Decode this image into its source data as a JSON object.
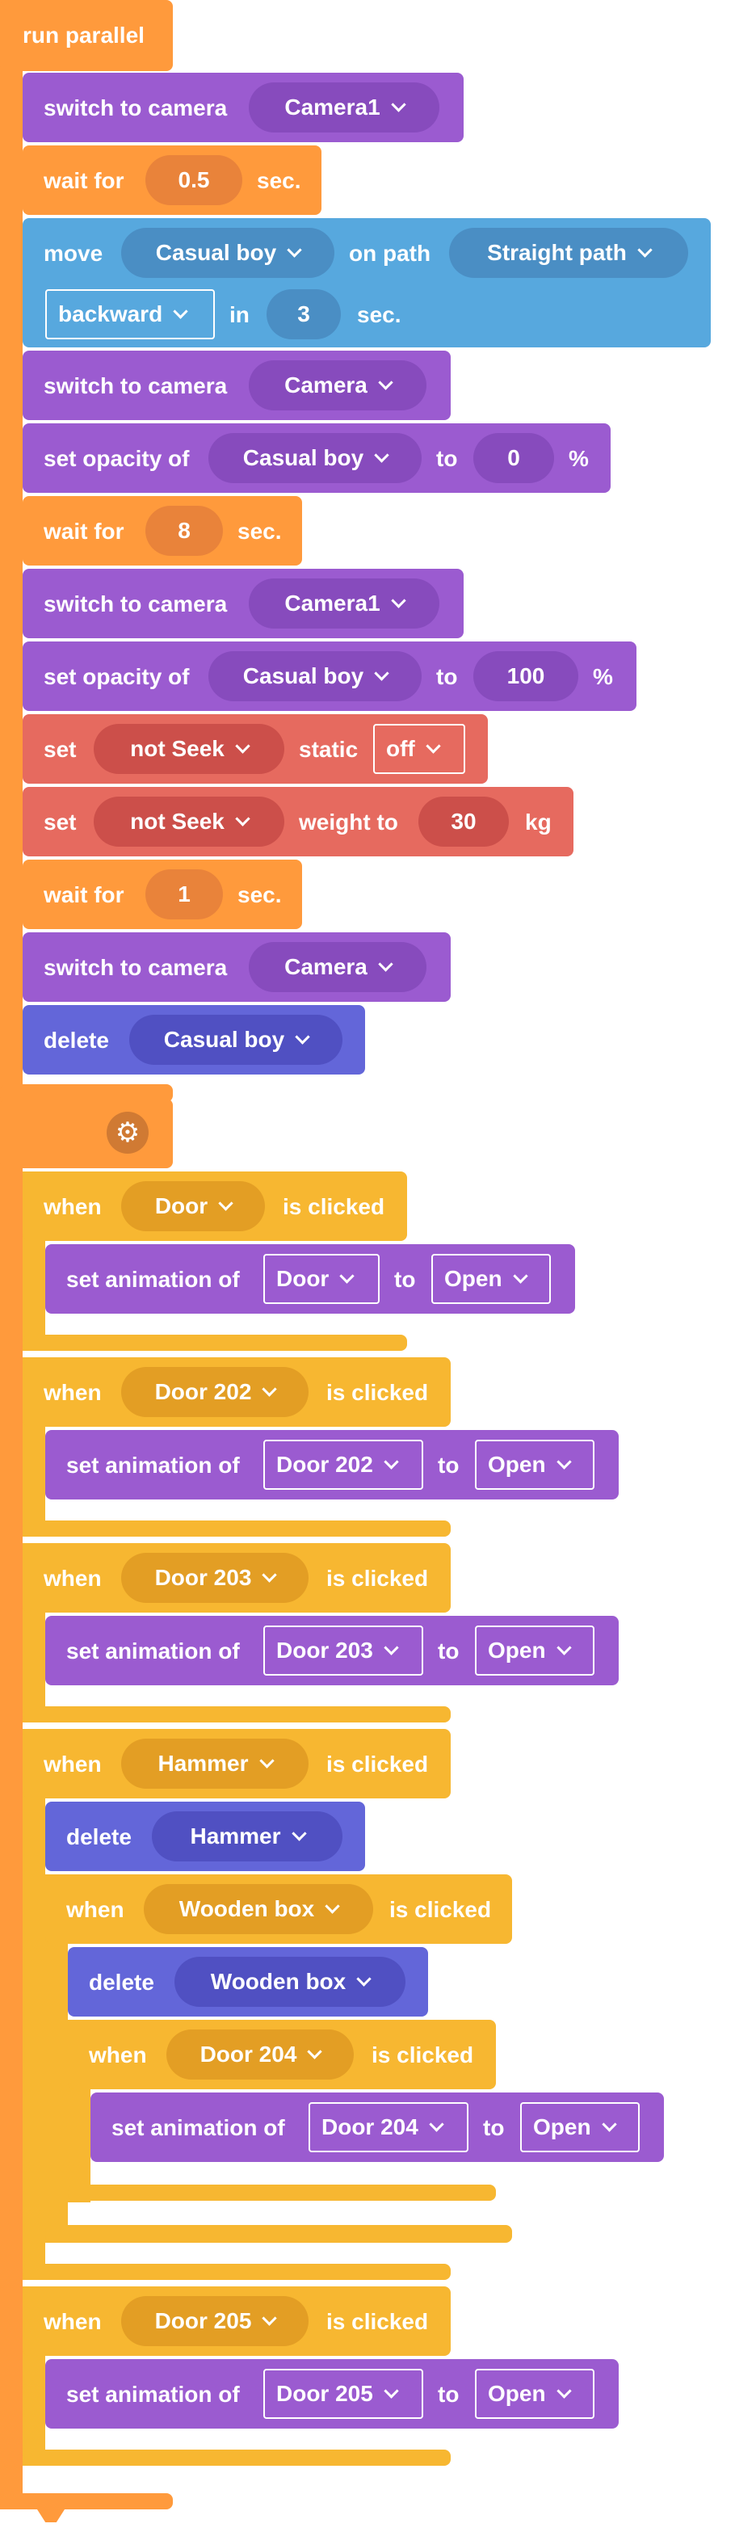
{
  "colors": {
    "orange": "#ff9a3c",
    "purple": "#9b5bd0",
    "blue": "#57a8de",
    "red": "#e66a5f",
    "indigo": "#6366d9",
    "yellow": "#f7b731"
  },
  "run_parallel": {
    "label": "run parallel"
  },
  "switch1": {
    "label": "switch to camera",
    "camera": "Camera1"
  },
  "wait1": {
    "label": "wait for",
    "value": "0.5",
    "unit": "sec."
  },
  "move": {
    "label": "move",
    "object": "Casual boy",
    "on_path": "on path",
    "path": "Straight path",
    "direction": "backward",
    "in": "in",
    "value": "3",
    "unit": "sec."
  },
  "switch2": {
    "label": "switch to camera",
    "camera": "Camera"
  },
  "opacity1": {
    "label": "set opacity of",
    "object": "Casual boy",
    "to": "to",
    "value": "0",
    "unit": "%"
  },
  "wait2": {
    "label": "wait for",
    "value": "8",
    "unit": "sec."
  },
  "switch3": {
    "label": "switch to camera",
    "camera": "Camera1"
  },
  "opacity2": {
    "label": "set opacity of",
    "object": "Casual boy",
    "to": "to",
    "value": "100",
    "unit": "%"
  },
  "set_static": {
    "label": "set",
    "object": "not Seek",
    "prop": "static",
    "value": "off"
  },
  "set_weight": {
    "label": "set",
    "object": "not Seek",
    "prop": "weight to",
    "value": "30",
    "unit": "kg"
  },
  "wait3": {
    "label": "wait for",
    "value": "1",
    "unit": "sec."
  },
  "switch4": {
    "label": "switch to camera",
    "camera": "Camera"
  },
  "delete1": {
    "label": "delete",
    "object": "Casual boy"
  },
  "gear": {
    "icon": "gear-icon",
    "glyph": "⚙"
  },
  "events": {
    "when": "when",
    "clicked": "is clicked",
    "set_anim": "set animation of",
    "to": "to",
    "delete": "delete",
    "door": {
      "target": "Door",
      "anim_obj": "Door",
      "anim": "Open"
    },
    "door202": {
      "target": "Door 202",
      "anim_obj": "Door 202",
      "anim": "Open"
    },
    "door203": {
      "target": "Door 203",
      "anim_obj": "Door 203",
      "anim": "Open"
    },
    "hammer": {
      "target": "Hammer",
      "delete_obj": "Hammer"
    },
    "wooden": {
      "target": "Wooden box",
      "delete_obj": "Wooden box"
    },
    "door204": {
      "target": "Door 204",
      "anim_obj": "Door 204",
      "anim": "Open"
    },
    "door205": {
      "target": "Door 205",
      "anim_obj": "Door 205",
      "anim": "Open"
    }
  }
}
